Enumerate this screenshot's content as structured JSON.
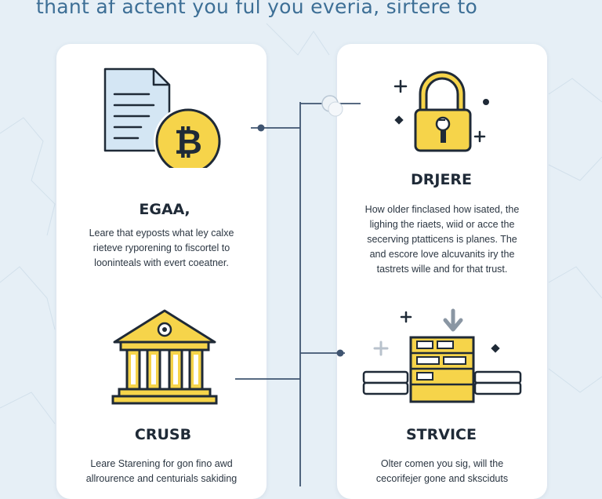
{
  "headline": "thant af actent you ful you everia, sirtere to",
  "colors": {
    "background": "#e6eff6",
    "card": "#ffffff",
    "accent_yellow": "#f6d44a",
    "outline": "#1f2a37",
    "connector": "#3f5470",
    "headline": "#3d6f96"
  },
  "sections": {
    "ecga": {
      "icon": "document-bitcoin-icon",
      "coin_symbol": "₿",
      "title": "ЕGAА,",
      "description": "Leare that eyposts what ley calxe\nrieteve ryporening to fiscortel to\nlooninteals with evert coeatner."
    },
    "drjere": {
      "icon": "padlock-icon",
      "title": "DRJERE",
      "description": "How older finclased how isated, the\nlighing the riaets, wiid or acce the\nsecerving ptatticens is planes.  The\nand escore love alcuvanits iry the\ntastrets wille and for that trust."
    },
    "crusb": {
      "icon": "bank-icon",
      "title": "CRUSB",
      "description": "Leare Starening  for gon fino awd\nallrourence and centurials sakiding"
    },
    "strvice": {
      "icon": "server-stack-icon",
      "title": "STRVICE",
      "description": "Olter comen you sig, will the\ncecorifejer gone and sksciduts"
    }
  }
}
